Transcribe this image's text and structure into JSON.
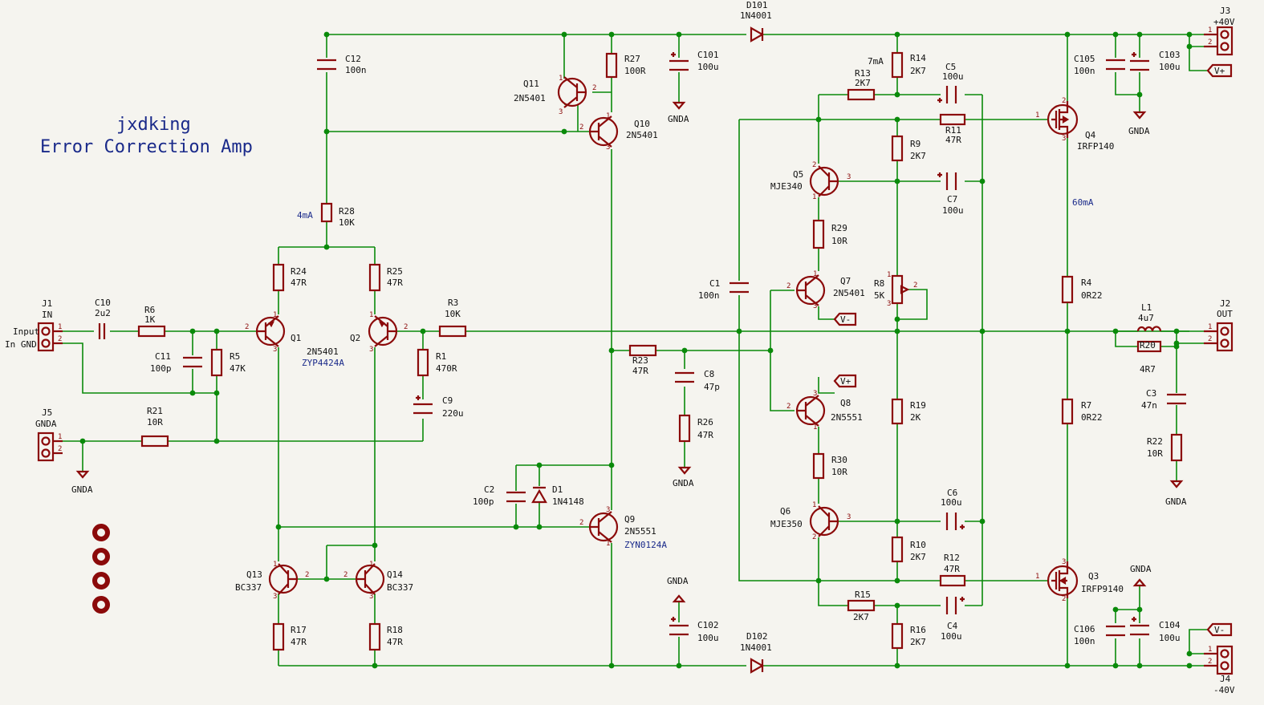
{
  "title": {
    "author": "jxdking",
    "name": "Error Correction Amp"
  },
  "labels": {
    "j1": "J1",
    "j1_in": "IN",
    "j1_p1": "Input",
    "j1_p2": "In GND",
    "j2": "J2",
    "j2_v": "OUT",
    "j3": "J3",
    "j3_v": "+40V",
    "j4": "J4",
    "j4_v": "-40V",
    "j5": "J5",
    "j5_v": "GNDA",
    "c10": "C10",
    "c10_v": "2u2",
    "r6": "R6",
    "r6_v": "1K",
    "c11": "C11",
    "c11_v": "100p",
    "r5": "R5",
    "r5_v": "47K",
    "r21": "R21",
    "r21_v": "10R",
    "q1": "Q1",
    "q2": "Q2",
    "q12_type": "2N5401",
    "q12_alt": "ZYP4424A",
    "r24": "R24",
    "r24_v": "47R",
    "r25": "R25",
    "r25_v": "47R",
    "r28": "R28",
    "r28_v": "10K",
    "r28_i": "4mA",
    "c12": "C12",
    "c12_v": "100n",
    "r3": "R3",
    "r3_v": "10K",
    "r1": "R1",
    "r1_v": "470R",
    "c9": "C9",
    "c9_v": "220u",
    "q11": "Q11",
    "q11_v": "2N5401",
    "q10": "Q10",
    "q10_v": "2N5401",
    "r27": "R27",
    "r27_v": "100R",
    "c101": "C101",
    "c101_v": "100u",
    "d101": "D101",
    "d101_v": "1N4001",
    "d102": "D102",
    "d102_v": "1N4001",
    "c102": "C102",
    "c102_v": "100u",
    "r23": "R23",
    "r23_v": "47R",
    "c8": "C8",
    "c8_v": "47p",
    "r26": "R26",
    "r26_v": "47R",
    "c2": "C2",
    "c2_v": "100p",
    "d1": "D1",
    "d1_v": "1N4148",
    "q9": "Q9",
    "q9_v": "2N5551",
    "q9_alt": "ZYN0124A",
    "q13": "Q13",
    "q13_v": "BC337",
    "q14": "Q14",
    "q14_v": "BC337",
    "r17": "R17",
    "r17_v": "47R",
    "r18": "R18",
    "r18_v": "47R",
    "c1": "C1",
    "c1_v": "100n",
    "r14": "R14",
    "r14_v": "2K7",
    "r14_i": "7mA",
    "r13": "R13",
    "r13_v": "2K7",
    "c5": "C5",
    "c5_v": "100u",
    "r11": "R11",
    "r11_v": "47R",
    "r9": "R9",
    "r9_v": "2K7",
    "q5": "Q5",
    "q5_v": "MJE340",
    "c7": "C7",
    "c7_v": "100u",
    "r29": "R29",
    "r29_v": "10R",
    "q7": "Q7",
    "q7_v": "2N5401",
    "r8": "R8",
    "r8_v": "5K",
    "q8": "Q8",
    "q8_v": "2N5551",
    "r19": "R19",
    "r19_v": "2K",
    "r30": "R30",
    "r30_v": "10R",
    "q6": "Q6",
    "q6_v": "MJE350",
    "c6": "C6",
    "c6_v": "100u",
    "r10": "R10",
    "r10_v": "2K7",
    "r12": "R12",
    "r12_v": "47R",
    "r15": "R15",
    "r15_v": "2K7",
    "c4": "C4",
    "c4_v": "100u",
    "r16": "R16",
    "r16_v": "2K7",
    "q4": "Q4",
    "q4_v": "IRFP140",
    "q3": "Q3",
    "q3_v": "IRFP9140",
    "r4": "R4",
    "r4_v": "0R22",
    "r7": "R7",
    "r7_v": "0R22",
    "q4_i": "60mA",
    "c105": "C105",
    "c105_v": "100n",
    "c103": "C103",
    "c103_v": "100u",
    "c106": "C106",
    "c106_v": "100n",
    "c104": "C104",
    "c104_v": "100u",
    "l1": "L1",
    "l1_v": "4u7",
    "r20": "R20",
    "r20_v": "4R7",
    "c3": "C3",
    "c3_v": "47n",
    "r22": "R22",
    "r22_v": "10R",
    "gnda": "GNDA",
    "vplus": "V+",
    "vminus": "V-"
  },
  "colors": {
    "wire": "#0a8a0a",
    "component": "#8b0a0a",
    "text": "#111111",
    "title": "#1a2a8a",
    "background": "#f5f4ef"
  }
}
